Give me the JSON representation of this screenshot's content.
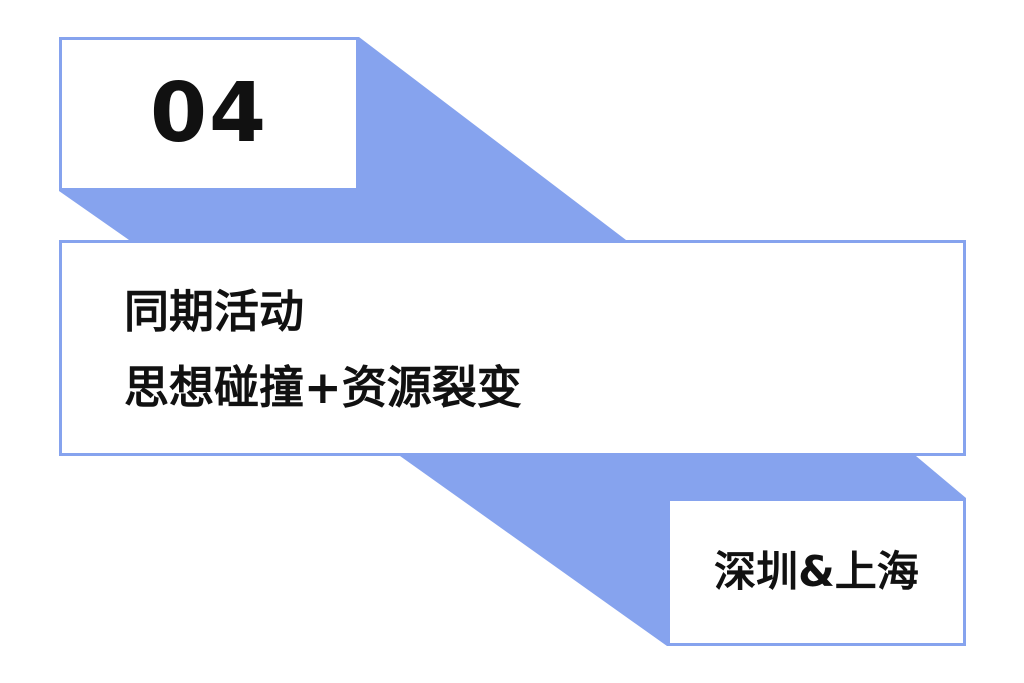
{
  "number_label": "04",
  "main": {
    "line1": "同期活动",
    "line2": "思想碰撞+资源裂变"
  },
  "city_label": "深圳&上海",
  "colors": {
    "accent": "#86a3ee",
    "text": "#111111",
    "background": "#ffffff"
  }
}
